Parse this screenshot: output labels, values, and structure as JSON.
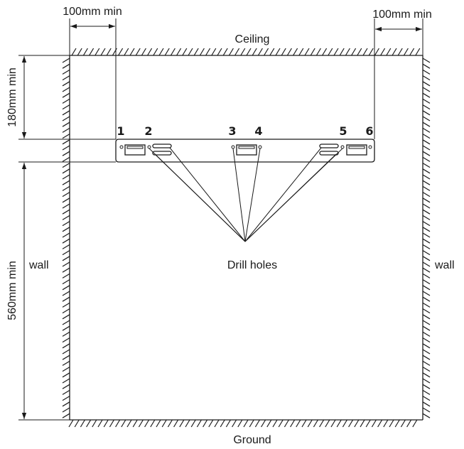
{
  "labels": {
    "ceiling": "Ceiling",
    "ground": "Ground",
    "wall_left": "wall",
    "wall_right": "wall",
    "drill_holes": "Drill holes"
  },
  "dimensions": {
    "left_clearance": "100mm min",
    "right_clearance": "100mm min",
    "top_clearance": "180mm min",
    "bottom_clearance": "560mm min"
  },
  "hole_numbers": [
    "1",
    "2",
    "3",
    "4",
    "5",
    "6"
  ]
}
